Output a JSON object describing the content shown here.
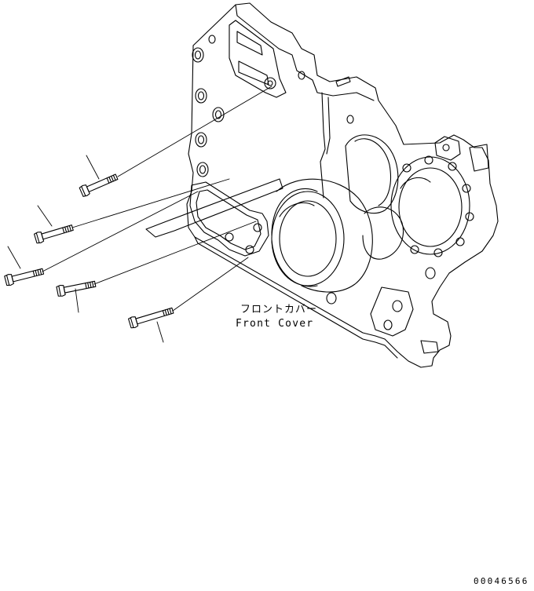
{
  "callout": {
    "japanese": "フロントカバー",
    "english": "Front Cover"
  },
  "drawing_number": "00046566",
  "parts": {
    "cover": "front-cover",
    "bolts": [
      "bolt",
      "bolt",
      "bolt",
      "bolt",
      "bolt"
    ]
  },
  "colors": {
    "line": "#000000",
    "background": "#ffffff"
  }
}
